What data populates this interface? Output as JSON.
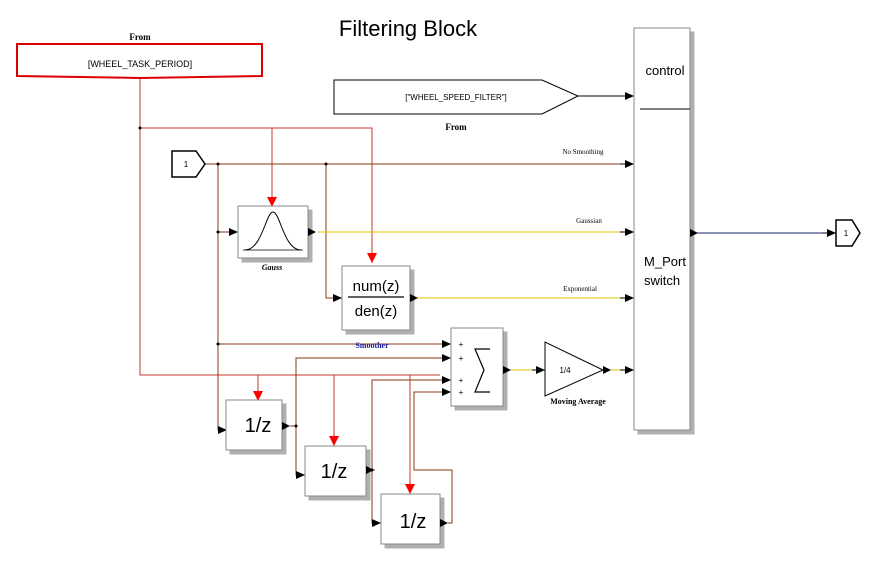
{
  "title": "Filtering Block",
  "from_blocks": [
    {
      "label": "From",
      "tag": "[WHEEL_TASK_PERIOD]"
    },
    {
      "label": "From",
      "tag": "[\"WHEEL_SPEED_FILTER\"]"
    }
  ],
  "inport": {
    "number": "1"
  },
  "outport": {
    "number": "1"
  },
  "gauss_block": {
    "label": "Gauss"
  },
  "transfer_fcn": {
    "numerator": "num(z)",
    "denominator": "den(z)"
  },
  "sum_block": {
    "label": "Smoother",
    "signs": [
      "+",
      "+",
      "+",
      "+"
    ]
  },
  "gain_block": {
    "value": "1/4",
    "label": "Moving Average"
  },
  "delay_blocks": [
    {
      "text": "1/z"
    },
    {
      "text": "1/z"
    },
    {
      "text": "1/z"
    }
  ],
  "switch_block": {
    "control_label": "control",
    "main_label_line1": "M_Port",
    "main_label_line2": "switch"
  },
  "signal_labels": {
    "no_smoothing": "No Smoothing",
    "gaussian": "Gaussian",
    "exponential": "Exponential"
  },
  "colors": {
    "period_wire": "#c0392b",
    "data_wire": "#8b3a1a",
    "filtered_wire": "#e0c000",
    "output_wire": "#1a2a6c",
    "from_border": "#dd0000",
    "smoother_label": "#1a1aa0",
    "arrow_red": "#ff0000"
  }
}
